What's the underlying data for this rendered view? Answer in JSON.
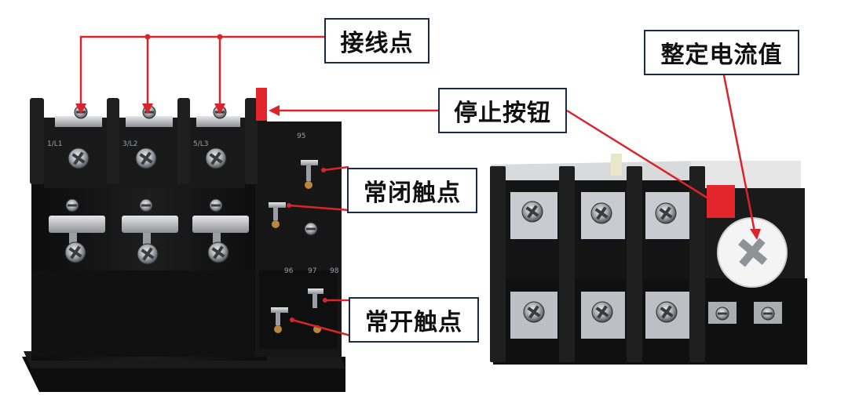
{
  "labels": {
    "terminals": "接线点",
    "stop_button": "停止按钮",
    "nc_contact": "常闭触点",
    "no_contact": "常开触点",
    "current_setting": "整定电流值"
  },
  "left_device": {
    "terminal_marks": [
      "1/L1",
      "3/L2",
      "5/L3"
    ],
    "contact_marks": [
      "95",
      "96",
      "97",
      "98"
    ]
  },
  "colors": {
    "leader_line": "#d8252b",
    "stop_button": "#e3262c",
    "device_body": "#141414",
    "callout_border": "#1b2b44"
  },
  "icons": [
    "screw-terminal-icon",
    "adjustment-dial-icon"
  ]
}
